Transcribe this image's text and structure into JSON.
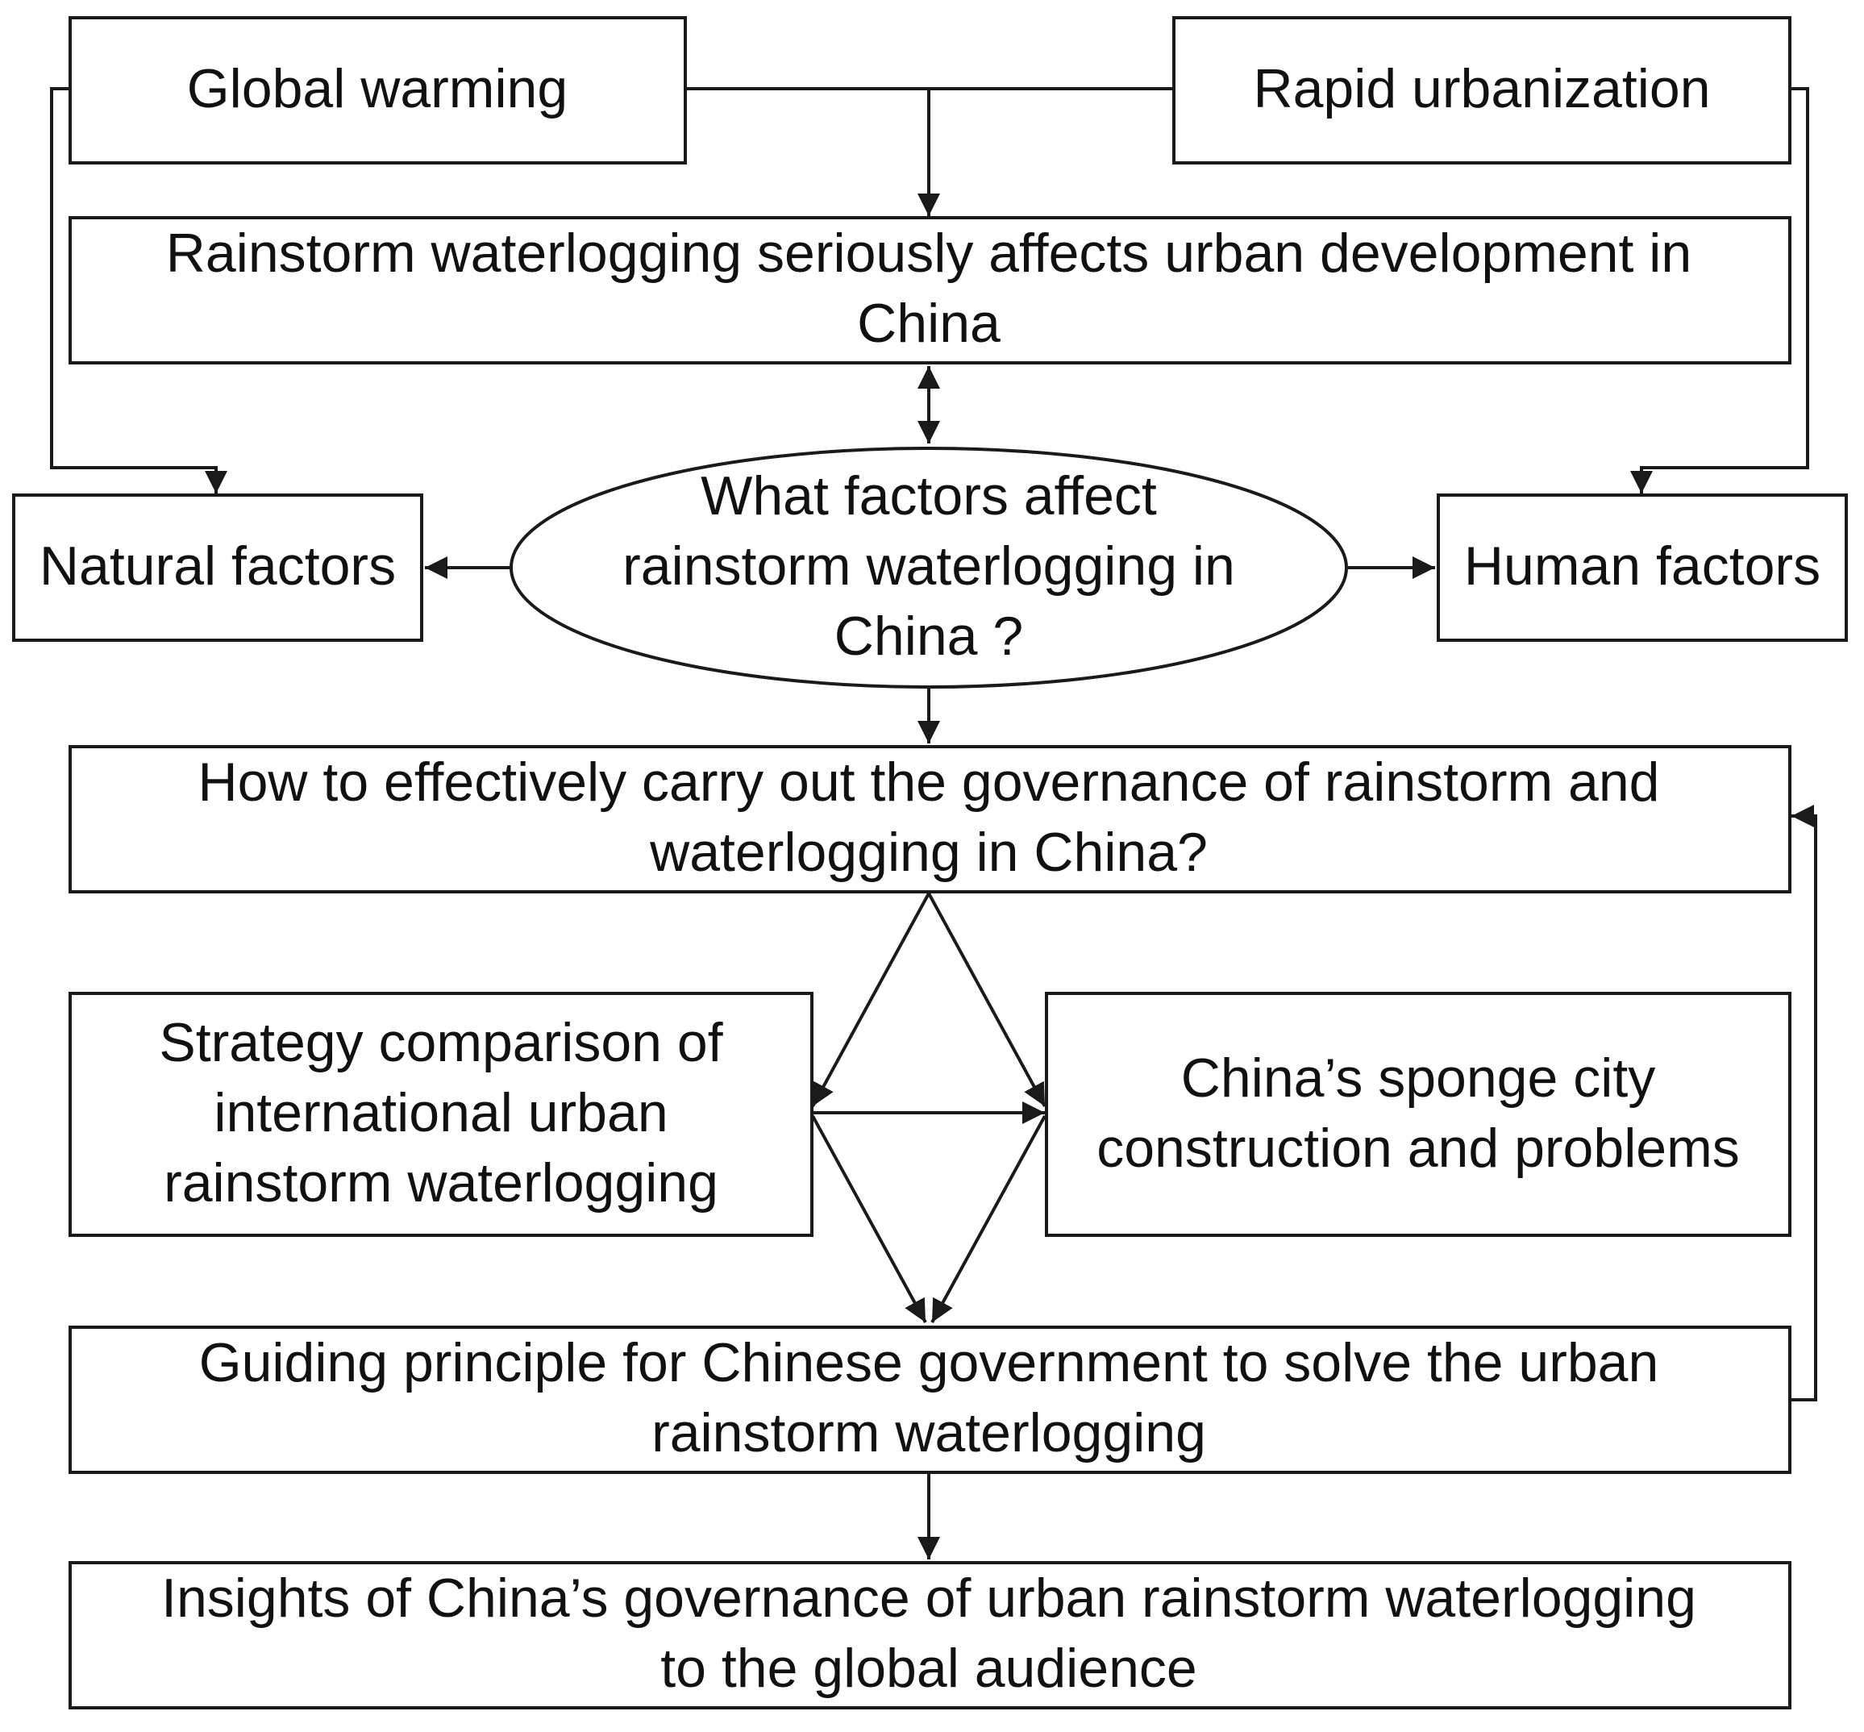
{
  "diagram": {
    "nodes": {
      "global_warming": {
        "lines": [
          "Global warming"
        ]
      },
      "rapid_urbanization": {
        "lines": [
          "Rapid urbanization"
        ]
      },
      "rainstorm_effects": {
        "lines": [
          "Rainstorm waterlogging seriously affects urban development in",
          "China"
        ]
      },
      "natural_factors": {
        "lines": [
          "Natural factors"
        ]
      },
      "question_factors": {
        "lines": [
          "What factors affect",
          "rainstorm waterlogging in",
          "China ?"
        ]
      },
      "human_factors": {
        "lines": [
          "Human factors"
        ]
      },
      "governance_question": {
        "lines": [
          "How to effectively carry out the governance of rainstorm and",
          "waterlogging in China?"
        ]
      },
      "strategy_comparison": {
        "lines": [
          "Strategy comparison of",
          "international urban",
          "rainstorm waterlogging"
        ]
      },
      "sponge_city": {
        "lines": [
          "China’s sponge city",
          "construction and problems"
        ]
      },
      "guiding_principle": {
        "lines": [
          "Guiding principle for Chinese government to solve the urban",
          "rainstorm waterlogging"
        ]
      },
      "insights": {
        "lines": [
          "Insights of China’s governance of urban rainstorm waterlogging",
          "to the global audience"
        ]
      }
    },
    "edges": [
      {
        "from": "global_warming",
        "to": "rainstorm_effects"
      },
      {
        "from": "rapid_urbanization",
        "to": "rainstorm_effects"
      },
      {
        "from": "global_warming",
        "to": "natural_factors"
      },
      {
        "from": "rapid_urbanization",
        "to": "human_factors"
      },
      {
        "from": "rainstorm_effects",
        "to": "question_factors",
        "bidirectional": true
      },
      {
        "from": "question_factors",
        "to": "natural_factors"
      },
      {
        "from": "question_factors",
        "to": "human_factors"
      },
      {
        "from": "question_factors",
        "to": "governance_question"
      },
      {
        "from": "governance_question",
        "to": "strategy_comparison"
      },
      {
        "from": "governance_question",
        "to": "sponge_city"
      },
      {
        "from": "strategy_comparison",
        "to": "sponge_city"
      },
      {
        "from": "strategy_comparison",
        "to": "guiding_principle"
      },
      {
        "from": "sponge_city",
        "to": "guiding_principle"
      },
      {
        "from": "guiding_principle",
        "to": "governance_question",
        "feedback": true
      },
      {
        "from": "guiding_principle",
        "to": "insights"
      }
    ]
  }
}
